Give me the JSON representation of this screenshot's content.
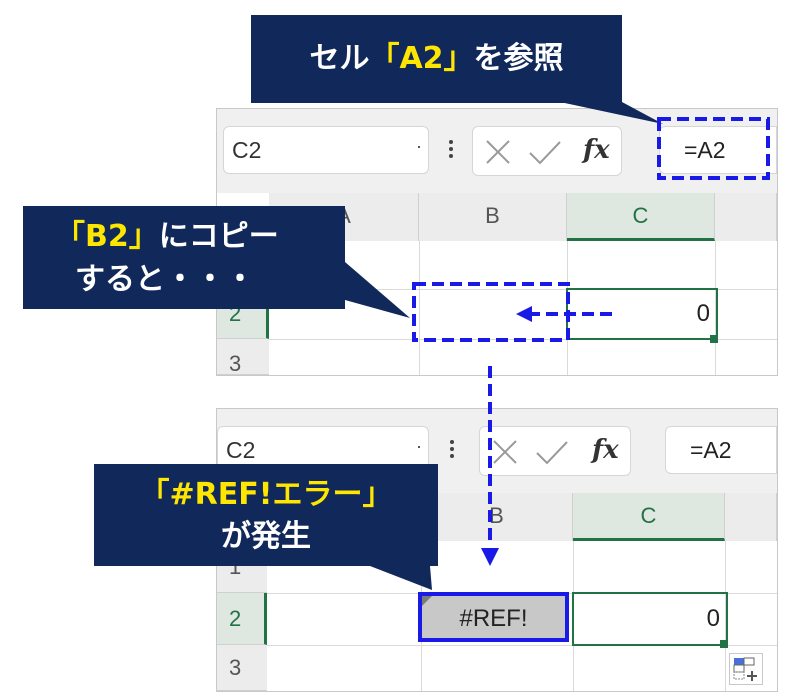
{
  "top": {
    "callout": {
      "prefix": "セル",
      "highlight": "「A2」",
      "suffix": "を参照"
    },
    "name_box": "C2",
    "formula": "=A2",
    "columns": [
      "A",
      "B",
      "C"
    ],
    "rows": [
      "2",
      "3"
    ],
    "cell_c2": "0"
  },
  "copy_callout": {
    "highlight": "「B2」",
    "line1_suffix": "にコピー",
    "line2": "すると・・・"
  },
  "bottom": {
    "callout": {
      "line1": "「#REF!エラー」",
      "line2": "が発生"
    },
    "name_box": "C2",
    "formula": "=A2",
    "columns": [
      "B",
      "C"
    ],
    "rows": [
      "1",
      "2",
      "3"
    ],
    "cell_b2": "#REF!",
    "cell_c2": "0"
  },
  "colors": {
    "navy": "#11285a",
    "yellow": "#ffe600",
    "blue_dash": "#1a1ae6",
    "excel_green": "#217346"
  },
  "icons": [
    "cancel-x-icon",
    "enter-check-icon",
    "fx-icon",
    "paste-options-icon"
  ]
}
